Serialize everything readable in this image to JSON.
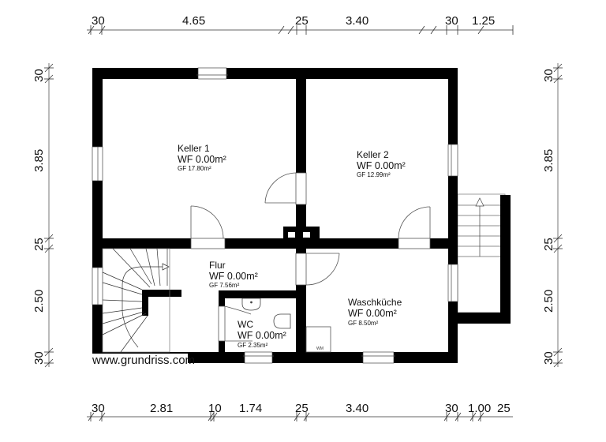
{
  "plan": {
    "dimensions_top": [
      "30",
      "4.65",
      "25",
      "3.40",
      "30",
      "1.25"
    ],
    "dimensions_bottom": [
      "30",
      "2.81",
      "10",
      "1.74",
      "25",
      "3.40",
      "30",
      "1.00",
      "25"
    ],
    "dimensions_left": [
      "30",
      "3.85",
      "25",
      "2.50",
      "30"
    ],
    "dimensions_right": [
      "30",
      "3.85",
      "25",
      "2.50",
      "30"
    ],
    "rooms": [
      {
        "name": "Keller 1",
        "wf": "WF 0.00m²",
        "gf": "GF 17.80m²"
      },
      {
        "name": "Keller 2",
        "wf": "WF 0.00m²",
        "gf": "GF 12.99m²"
      },
      {
        "name": "Flur",
        "wf": "WF 0.00m²",
        "gf": "GF 7.56m²"
      },
      {
        "name": "WC",
        "wf": "WF 0.00m²",
        "gf": "GF 2.35m²"
      },
      {
        "name": "Waschküche",
        "wf": "WF 0.00m²",
        "gf": "GF 8.50m²"
      }
    ],
    "appliance_label": "WM",
    "watermark": "www.grundriss.com",
    "colors": {
      "wall": "#000000",
      "line": "#555555",
      "dim_line": "#888888",
      "background": "#ffffff"
    }
  }
}
